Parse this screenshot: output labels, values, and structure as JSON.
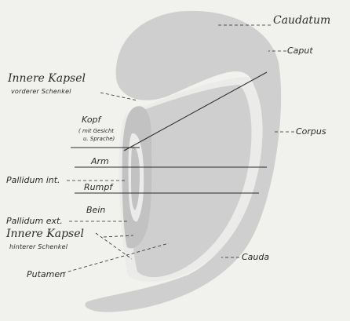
{
  "colors": {
    "background": "#f1f1ee",
    "caudate_fill": "#cfcfcf",
    "capsule_fill": "#ebebea",
    "pallidum_fill": "#c2c2c2",
    "line": "#2a2a2a"
  },
  "labels": {
    "caudatum": "Caudatum",
    "caput": "Caput",
    "corpus": "Corpus",
    "cauda": "Cauda",
    "innere_kapsel_anterior": "Innere Kapsel",
    "vorderer_schenkel": "vorderer Schenkel",
    "kopf": "Kopf",
    "kopf_note_1": "( mit Gesicht",
    "kopf_note_2": "u. Sprache)",
    "arm": "Arm",
    "rumpf": "Rumpf",
    "bein": "Bein",
    "pallidum_int": "Pallidum int.",
    "pallidum_ext": "Pallidum ext.",
    "innere_kapsel_posterior": "Innere Kapsel",
    "hinterer_schenkel": "hinterer Schenkel",
    "putamen": "Putamen"
  }
}
